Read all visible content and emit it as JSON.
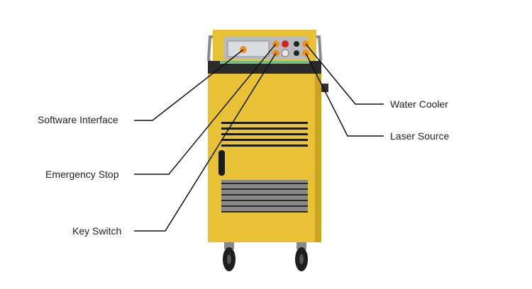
{
  "labels": {
    "software_interface": "Software Interface",
    "emergency_stop": "Emergency Stop",
    "key_switch": "Key Switch",
    "water_cooler": "Water Cooler",
    "laser_source": "Laser Source"
  },
  "colors": {
    "body_yellow": "#e8c234",
    "body_shade": "#c9a41e",
    "top_band": "#2a2a2a",
    "panel_grey": "#b9bcbf",
    "screen": "#d8dde2",
    "button_orange": "#f0901c",
    "leader_line": "#111111"
  }
}
